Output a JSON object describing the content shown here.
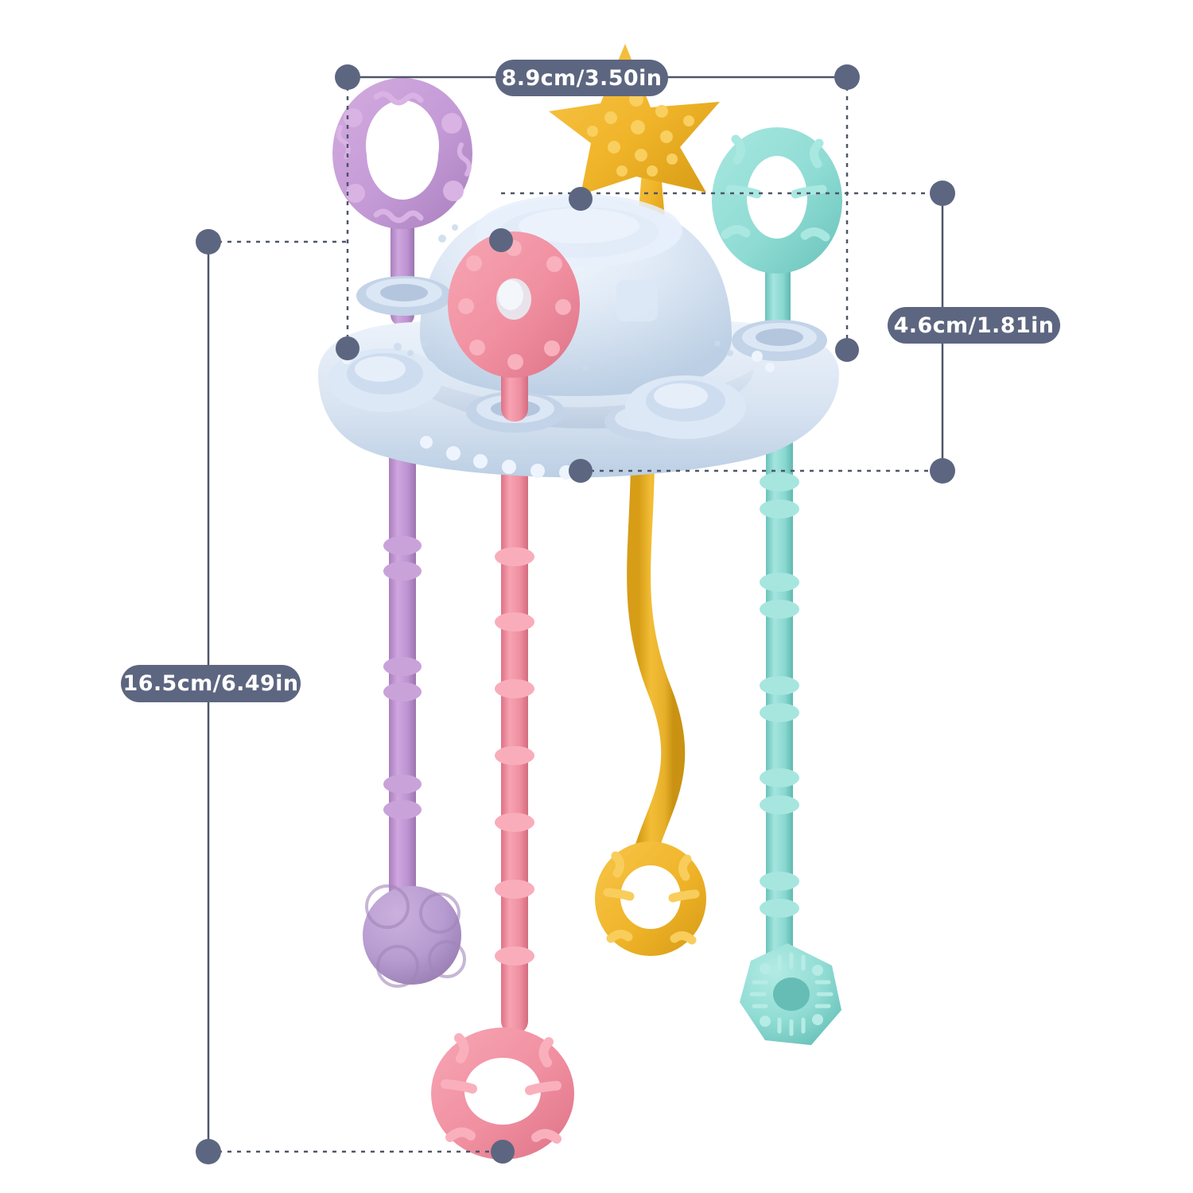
{
  "product": {
    "name": "silicone-pull-string-sensory-toy",
    "body_shape": "ufo-spaceship-base",
    "colors": {
      "body_light": "#e4ecf7",
      "body_mid": "#cfdced",
      "body_shadow": "#b6c6dc",
      "purple": "#c49ad6",
      "purple_dark": "#a87fbd",
      "pink": "#f08fa0",
      "pink_dark": "#e0798c",
      "yellow": "#f0b429",
      "yellow_dark": "#dca31f",
      "teal": "#8fdcd4",
      "teal_dark": "#6fc7bf",
      "label_bg": "#5d6680",
      "line": "#4e5668"
    },
    "parts": [
      {
        "name": "purple-ring-teether",
        "color": "#c49ad6",
        "shape": "textured-ring"
      },
      {
        "name": "yellow-star-teether",
        "color": "#f0b429",
        "shape": "bumpy-starfish"
      },
      {
        "name": "teal-ring-teether",
        "color": "#8fdcd4",
        "shape": "life-preserver-ring"
      },
      {
        "name": "pink-donut-teether",
        "color": "#f08fa0",
        "shape": "bumpy-donut"
      },
      {
        "name": "purple-ball-pendant",
        "color": "#b79cd1",
        "shape": "dimpled-ball"
      },
      {
        "name": "pink-ring-pendant",
        "color": "#ef8fa2",
        "shape": "life-preserver-ring"
      },
      {
        "name": "yellow-ring-pendant",
        "color": "#f0b429",
        "shape": "life-preserver-ring"
      },
      {
        "name": "teal-hex-pendant",
        "color": "#8fdcd4",
        "shape": "ridged-hexagon"
      }
    ]
  },
  "measurements": [
    {
      "id": "top-width",
      "label": "8.9cm/3.50in",
      "orientation": "horizontal",
      "value_cm": 8.9,
      "value_in": 3.5,
      "describes": "base-plate-width"
    },
    {
      "id": "right-height",
      "label": "4.6cm/1.81in",
      "orientation": "vertical",
      "value_cm": 4.6,
      "value_in": 1.81,
      "describes": "base-body-height"
    },
    {
      "id": "left-height",
      "label": "16.5cm/6.49in",
      "orientation": "vertical",
      "value_cm": 16.5,
      "value_in": 6.49,
      "describes": "total-toy-height"
    }
  ]
}
